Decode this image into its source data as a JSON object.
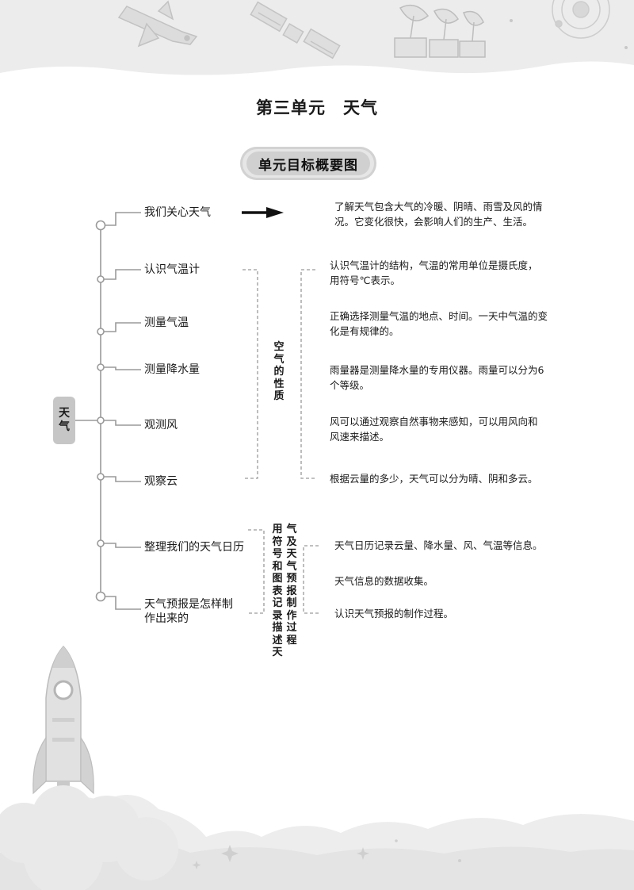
{
  "page": {
    "title_unit": "第三单元",
    "title_topic": "天气",
    "section_label": "单元目标概要图"
  },
  "mindmap": {
    "root": [
      "天",
      "气"
    ],
    "topics": [
      {
        "name": "topic-care-weather",
        "label": "我们关心天气"
      },
      {
        "name": "topic-thermometer",
        "label": "认识气温计"
      },
      {
        "name": "topic-measure-temp",
        "label": "测量气温"
      },
      {
        "name": "topic-measure-rain",
        "label": "测量降水量"
      },
      {
        "name": "topic-observe-wind",
        "label": "观测风"
      },
      {
        "name": "topic-observe-cloud",
        "label": "观察云"
      },
      {
        "name": "topic-weather-diary",
        "label": "整理我们的天气日历"
      },
      {
        "name": "topic-forecast-line1",
        "label": "天气预报是怎样制"
      },
      {
        "name": "topic-forecast-line2",
        "label": "作出来的"
      }
    ],
    "group_air": [
      "空",
      "气",
      "的",
      "性",
      "质"
    ],
    "group_record_col1": [
      "用",
      "符",
      "号",
      "和",
      "图",
      "表",
      "记",
      "录",
      "描",
      "述",
      "天"
    ],
    "group_record_col2": [
      "气",
      "及",
      "天",
      "气",
      "预",
      "报",
      "制",
      "作",
      "过",
      "程"
    ],
    "descriptions": [
      {
        "name": "desc-weather-line1",
        "text": "了解天气包含大气的冷暖、阴晴、雨雪及风的情"
      },
      {
        "name": "desc-weather-line2",
        "text": "况。它变化很快，会影响人们的生产、生活。"
      },
      {
        "name": "desc-thermo-line1",
        "text": "认识气温计的结构，气温的常用单位是摄氏度，"
      },
      {
        "name": "desc-thermo-line2",
        "text": "用符号℃表示。"
      },
      {
        "name": "desc-temp-line1",
        "text": "正确选择测量气温的地点、时间。一天中气温的变"
      },
      {
        "name": "desc-temp-line2",
        "text": "化是有规律的。"
      },
      {
        "name": "desc-rain-line1",
        "text": "雨量器是测量降水量的专用仪器。雨量可以分为6"
      },
      {
        "name": "desc-rain-line2",
        "text": "个等级。"
      },
      {
        "name": "desc-wind-line1",
        "text": "风可以通过观察自然事物来感知，可以用风向和"
      },
      {
        "name": "desc-wind-line2",
        "text": "风速来描述。"
      },
      {
        "name": "desc-cloud",
        "text": "根据云量的多少，天气可以分为晴、阴和多云。"
      },
      {
        "name": "desc-diary",
        "text": "天气日历记录云量、降水量、风、气温等信息。"
      },
      {
        "name": "desc-data",
        "text": "天气信息的数据收集。"
      },
      {
        "name": "desc-forecast",
        "text": "认识天气预报的制作过程。"
      }
    ]
  },
  "colors": {
    "line": "#9a9a9a",
    "decor": "#d6d6d6",
    "pill": "#d0d0d0"
  }
}
